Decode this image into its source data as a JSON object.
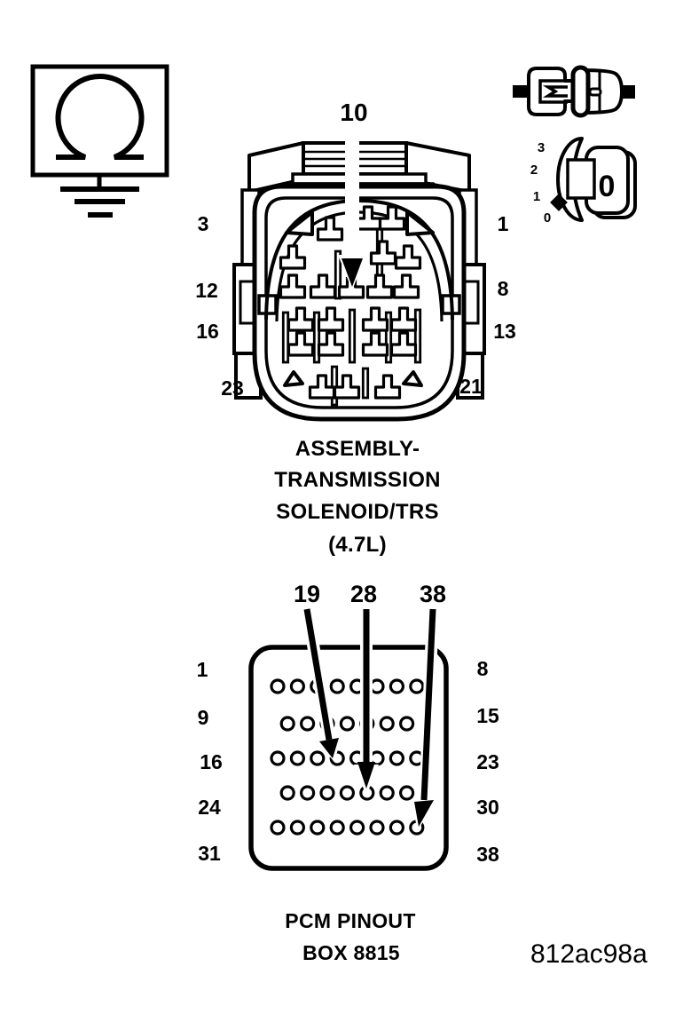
{
  "figure_code": "812ac98a",
  "solenoid_connector": {
    "callout_pin": "10",
    "pin_labels_left": [
      "3",
      "12",
      "16",
      "23"
    ],
    "pin_labels_right": [
      "1",
      "8",
      "13",
      "21"
    ],
    "caption_lines": [
      "ASSEMBLY-",
      "TRANSMISSION",
      "SOLENOID/TRS",
      "(4.7L)"
    ]
  },
  "pcm_connector": {
    "callout_pins": [
      "19",
      "28",
      "38"
    ],
    "pin_labels_left": [
      "1",
      "9",
      "16",
      "24",
      "31"
    ],
    "pin_labels_right": [
      "8",
      "15",
      "23",
      "30",
      "38"
    ],
    "pin_rows": [
      8,
      7,
      8,
      7,
      8
    ],
    "caption_lines": [
      "PCM PINOUT",
      "BOX 8815"
    ]
  },
  "ignition_switch_icon": {
    "dial_positions": [
      "3",
      "2",
      "1",
      "0"
    ],
    "key_face_label": "0"
  },
  "colors": {
    "line": "#000000",
    "background": "#ffffff"
  }
}
